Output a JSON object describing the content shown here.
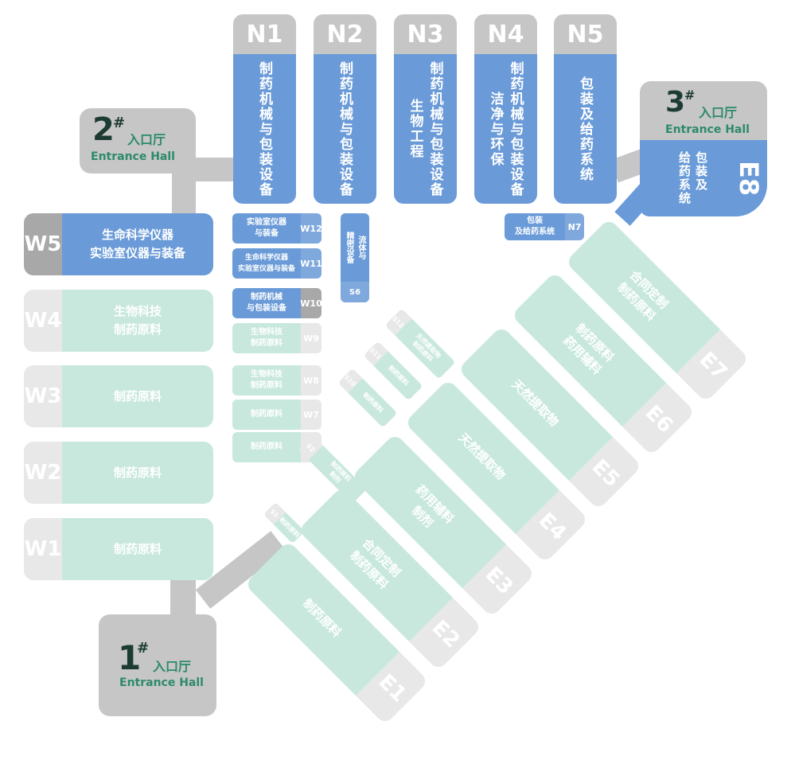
{
  "colors": {
    "blue": "#6a9bd8",
    "mint": "#c8e8de",
    "gray": "#c6c6c6",
    "dark_text": "#1c3b33",
    "green_text": "#2d8a6b"
  },
  "entrance_halls": [
    {
      "num": "1",
      "sup": "#",
      "cn": "入口厅",
      "en": "Entrance Hall"
    },
    {
      "num": "2",
      "sup": "#",
      "cn": "入口厅",
      "en": "Entrance Hall"
    },
    {
      "num": "3",
      "sup": "#",
      "cn": "入口厅",
      "en": "Entrance Hall"
    }
  ],
  "north_halls": [
    {
      "code": "N1",
      "label": "制药机械与包装设备"
    },
    {
      "code": "N2",
      "label": "制药机械与包装设备"
    },
    {
      "code": "N3",
      "label": "制药机械与包装设备\n生物工程"
    },
    {
      "code": "N4",
      "label": "制药机械与包装设备\n洁净与环保"
    },
    {
      "code": "N5",
      "label": "包装及给药系统"
    }
  ],
  "e8": {
    "code": "E8",
    "label": "包装及\n给药系统"
  },
  "west_halls": [
    {
      "code": "W5",
      "label": "生命科学仪器\n实验室仪器与装备"
    },
    {
      "code": "W4",
      "label": "生物科技\n制药原料"
    },
    {
      "code": "W3",
      "label": "制药原料"
    },
    {
      "code": "W2",
      "label": "制药原料"
    },
    {
      "code": "W1",
      "label": "制药原料"
    }
  ],
  "small_halls": [
    {
      "code": "W12",
      "label": "实验室仪器\n与装备"
    },
    {
      "code": "W11",
      "label": "生命科学仪器\n实验室仪器与装备"
    },
    {
      "code": "W10",
      "label": "制药机械\n与包装设备"
    },
    {
      "code": "W9",
      "label": "生物科技\n制药原料"
    },
    {
      "code": "W8",
      "label": "生物科技\n制药原料"
    },
    {
      "code": "W7",
      "label": "制药原料"
    },
    {
      "code": "W6",
      "label": "制药原料"
    }
  ],
  "s6": {
    "code": "S6",
    "label": "流体与\n精密设备"
  },
  "n7": {
    "code": "N7",
    "label": "包装\n及给药系统"
  },
  "east_halls": [
    {
      "code": "E1",
      "label": "制药原料"
    },
    {
      "code": "E2",
      "label": "合同定制\n制药原料"
    },
    {
      "code": "E3",
      "label": "药用辅料\n制剂"
    },
    {
      "code": "E4",
      "label": "天然提取物"
    },
    {
      "code": "E5",
      "label": "天然提取物"
    },
    {
      "code": "E6",
      "label": "制药原料\n药用辅料"
    },
    {
      "code": "E7",
      "label": "合同定制\n制药原料"
    }
  ],
  "inner_halls": [
    {
      "code": "S1",
      "label": "制药原料"
    },
    {
      "code": "S2",
      "label": "制药原料\n制剂"
    },
    {
      "code": "S10",
      "label": "制药原料"
    },
    {
      "code": "S11",
      "label": "制药原料"
    },
    {
      "code": "S12",
      "label": "天然提取物\n制药原料"
    }
  ]
}
